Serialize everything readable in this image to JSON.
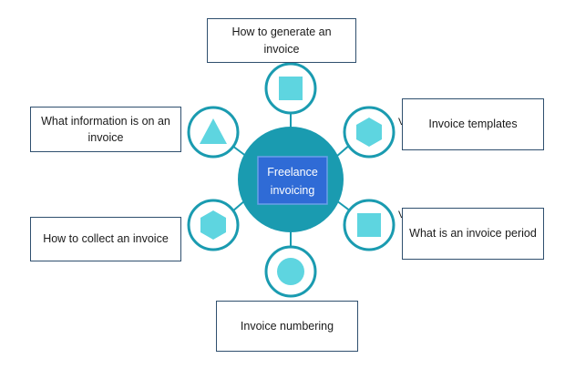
{
  "center": {
    "line1": "Freelance",
    "line2": "invoicing"
  },
  "boxes": {
    "top": "How to generate an invoice",
    "left_upper": "What information is on an invoice",
    "right_upper": "Invoice templates",
    "left_lower": "How to collect an invoice",
    "right_lower": "What is an invoice period",
    "bottom": "Invoice numbering"
  },
  "stray_glyphs": {
    "upper": "V",
    "lower": "V"
  },
  "colors": {
    "hub": "#1a9bb0",
    "hub_inner_fill": "#2f6bd6",
    "hub_inner_border": "#6aa0e8",
    "node_ring": "#1a9bb0",
    "node_fill": "#ffffff",
    "shape_fill": "#5ed5e0",
    "connector": "#1a9bb0",
    "box_border": "#2f4f6e"
  },
  "node_icons": [
    "square-icon",
    "hexagon-icon",
    "square-icon",
    "circle-icon",
    "hexagon-icon",
    "triangle-icon"
  ]
}
